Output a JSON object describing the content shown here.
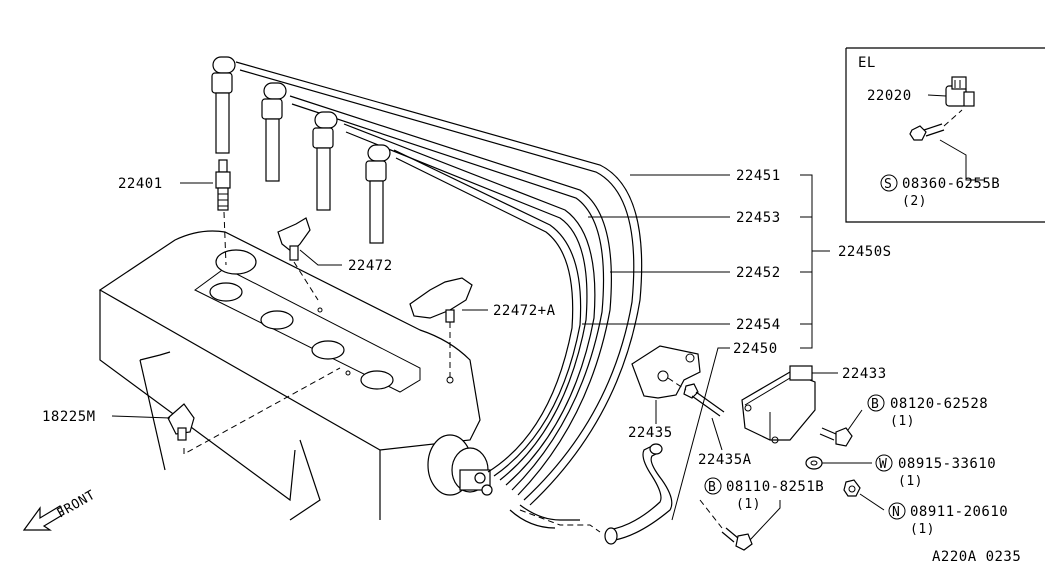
{
  "labels": {
    "p22401": "22401",
    "p22472": "22472",
    "p22472a": "22472+A",
    "p18225m": "18225M",
    "p22451": "22451",
    "p22453": "22453",
    "p22452": "22452",
    "p22454": "22454",
    "p22450s": "22450S",
    "p22450": "22450",
    "p22433": "22433",
    "p22435": "22435",
    "p22435a": "22435A",
    "p08120": "08120-62528",
    "p08120_qty": "(1)",
    "p08915": "08915-33610",
    "p08915_qty": "(1)",
    "p08110": "08110-8251B",
    "p08110_qty": "(1)",
    "p08911": "08911-20610",
    "p08911_qty": "(1)",
    "front": "FRONT",
    "ref_code": "A220A 0235"
  },
  "inset": {
    "title": "EL",
    "p22020": "22020",
    "p08360": "08360-6255B",
    "p08360_qty": "(2)"
  },
  "prefixes": {
    "B1": "B",
    "W": "W",
    "B2": "B",
    "N": "N",
    "S": "S"
  }
}
